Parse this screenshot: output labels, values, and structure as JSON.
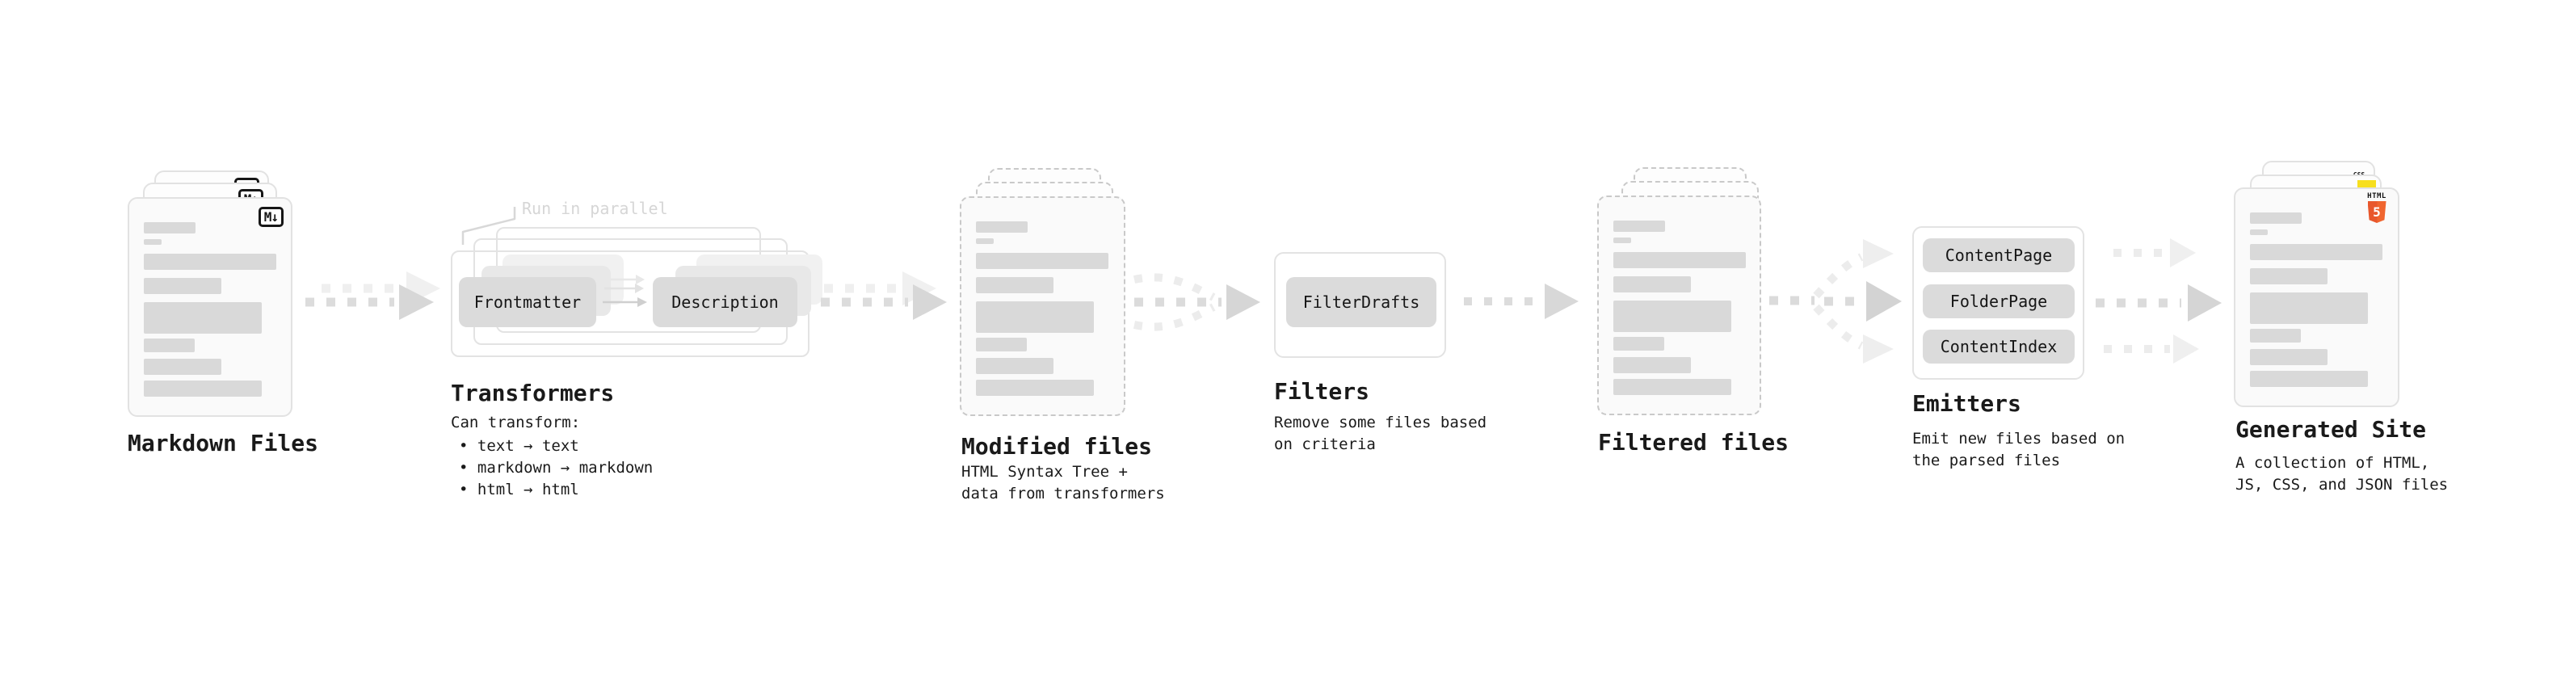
{
  "stages": {
    "markdown_files": {
      "title": "Markdown Files",
      "file_badge": "M↓"
    },
    "transformers": {
      "title": "Transformers",
      "note": "Run in parallel",
      "box_left": "Frontmatter",
      "box_right": "Description",
      "desc_heading": "Can transform:",
      "bullets": [
        "• text → text",
        "• markdown → markdown",
        "• html → html"
      ]
    },
    "modified_files": {
      "title": "Modified files",
      "desc_lines": [
        "HTML Syntax Tree +",
        "data from transformers"
      ]
    },
    "filters": {
      "title": "Filters",
      "box": "FilterDrafts",
      "desc_lines": [
        "Remove some files based",
        "on criteria"
      ]
    },
    "filtered_files": {
      "title": "Filtered files"
    },
    "emitters": {
      "title": "Emitters",
      "boxes": [
        "ContentPage",
        "FolderPage",
        "ContentIndex"
      ],
      "desc_lines": [
        "Emit new files based on",
        "the parsed files"
      ]
    },
    "generated_site": {
      "title": "Generated Site",
      "desc_lines": [
        "A collection of HTML,",
        "JS, CSS, and JSON files"
      ],
      "badges": {
        "css_label": "CSS",
        "html_label": "HTML",
        "html_number": "5"
      }
    }
  },
  "colors": {
    "css_blue": "#2965f1",
    "js_yellow": "#f7df1e",
    "html5_orange": "#e8572c",
    "arrow_gray": "#dcdcdc",
    "text_dark": "#1a1a1a"
  }
}
